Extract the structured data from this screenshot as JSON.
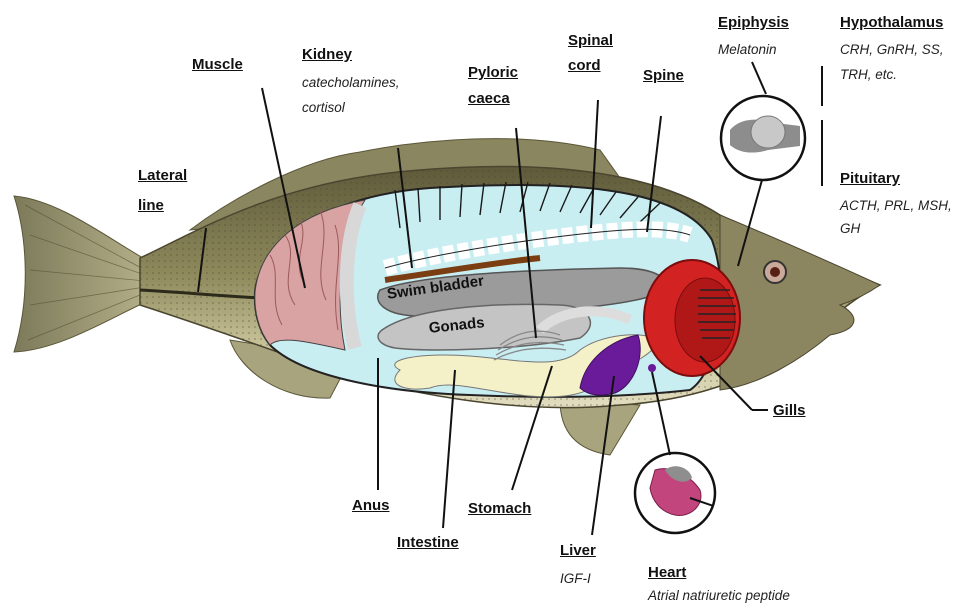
{
  "labels": {
    "lateral_line": [
      "Lateral",
      "line"
    ],
    "muscle": "Muscle",
    "kidney": {
      "name": "Kidney",
      "hormones": [
        "catecholamines,",
        "cortisol"
      ]
    },
    "pyloric_caeca": [
      "Pyloric",
      "caeca"
    ],
    "spinal_cord": [
      "Spinal",
      "cord"
    ],
    "spine": "Spine",
    "epiphysis": {
      "name": "Epiphysis",
      "hormone": "Melatonin"
    },
    "hypothalamus": {
      "name": "Hypothalamus",
      "hormones": [
        "CRH, GnRH, SS,",
        "TRH, etc."
      ]
    },
    "pituitary": {
      "name": "Pituitary",
      "hormones": [
        "ACTH, PRL, MSH,",
        "GH"
      ]
    },
    "gills": "Gills",
    "anus": "Anus",
    "intestine": "Intestine",
    "stomach": "Stomach",
    "liver": {
      "name": "Liver",
      "hormone": "IGF-I"
    },
    "heart": {
      "name": "Heart",
      "hormone": "Atrial natriuretic peptide"
    }
  },
  "organs": {
    "swim_bladder": "Swim bladder",
    "gonads": "Gonads"
  },
  "colors": {
    "body_cavity": "#c9eef2",
    "muscle": "#d9a3a3",
    "swim_bladder": "#9b9b9b",
    "gonads": "#c4c4c4",
    "liver": "#6a1b9a",
    "gills": "#d32222",
    "intestine": "#f4f0c8",
    "kidney": "#7a3e12"
  }
}
